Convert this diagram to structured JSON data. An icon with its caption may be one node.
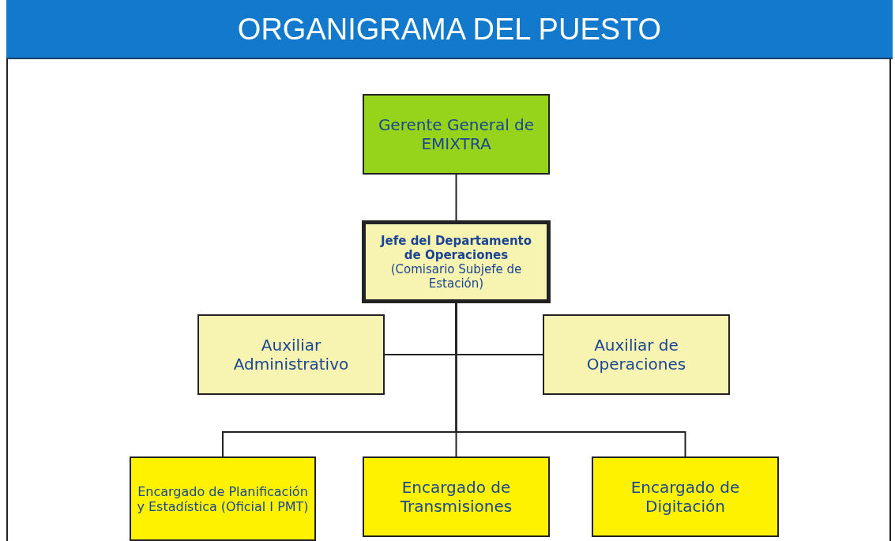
{
  "diagram": {
    "title": "ORGANIGRAMA DEL PUESTO",
    "nodes": [
      {
        "text": [
          "Gerente General de EMIXTRA"
        ]
      },
      {
        "text": [
          "Jefe del Departamento de Operaciones",
          "(Comisario Subjefe de Estación)"
        ]
      },
      {
        "text": [
          "Auxiliar Administrativo"
        ]
      },
      {
        "text": [
          "Auxiliar de Operaciones"
        ]
      },
      {
        "text": [
          "Encargado de Planificación y Estadística (Oficial I PMT)"
        ]
      },
      {
        "text": [
          "Encargado de Transmisiones"
        ]
      },
      {
        "text": [
          "Encargado de Digitación"
        ]
      }
    ],
    "edges": [
      {
        "from": 0,
        "to": 1,
        "arrow": "none"
      },
      {
        "from": 1,
        "to": 2,
        "arrow": "none"
      },
      {
        "from": 1,
        "to": 3,
        "arrow": "none"
      },
      {
        "from": 1,
        "to": 4,
        "arrow": "none"
      },
      {
        "from": 1,
        "to": 5,
        "arrow": "none"
      },
      {
        "from": 1,
        "to": 6,
        "arrow": "none"
      }
    ]
  }
}
